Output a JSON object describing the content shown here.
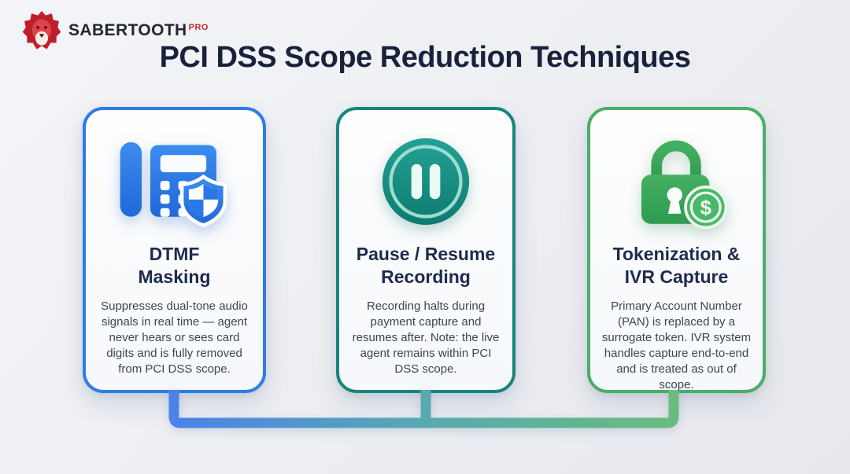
{
  "brand": {
    "name": "SABERTOOTH",
    "tier": "PRO",
    "logo_icon": "lion-icon",
    "accent_red": "#c9252e"
  },
  "title": "PCI DSS Scope Reduction Techniques",
  "cards": [
    {
      "icon": "phone-shield-icon",
      "accent": "#2e7ce6",
      "title_lines": [
        "DTMF",
        "Masking"
      ],
      "body": "Suppresses dual-tone audio signals in real time — agent never hears or sees card digits and is fully removed from PCI DSS scope."
    },
    {
      "icon": "pause-icon",
      "accent": "#17857d",
      "title_lines": [
        "Pause / Resume",
        "Recording"
      ],
      "body": "Recording halts during payment capture and resumes after. Note: the live agent remains within PCI DSS scope."
    },
    {
      "icon": "lock-dollar-icon",
      "accent": "#4aad68",
      "title_lines": [
        "Tokenization &",
        "IVR Capture"
      ],
      "body": "Primary Account Number (PAN) is replaced by a surrogate token. IVR system handles capture end-to-end and is treated as out of scope."
    }
  ],
  "connector": {
    "gradient": [
      "#4d82e8",
      "#58aab2",
      "#68bc7d"
    ]
  },
  "colors": {
    "background": "#eceef2",
    "heading": "#18223d",
    "card_title": "#1e2b4d",
    "card_body": "#3d4553"
  }
}
